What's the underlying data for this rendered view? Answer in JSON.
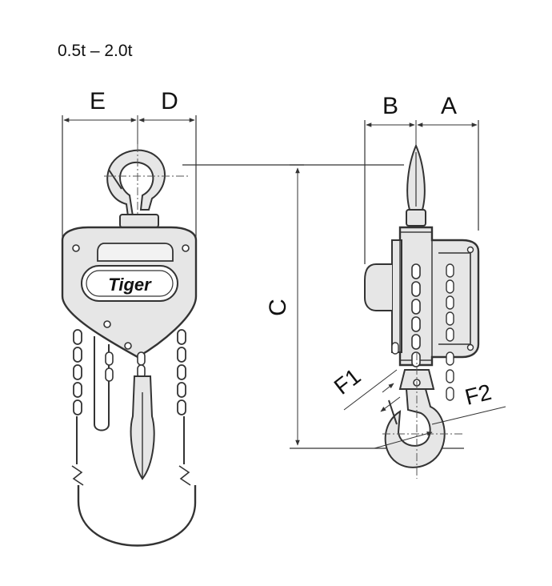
{
  "range_label": "0.5t – 2.0t",
  "dimensions": {
    "a": "A",
    "b": "B",
    "c": "C",
    "d": "D",
    "e": "E",
    "f1": "F1",
    "f2": "F2"
  },
  "brand": "Tiger",
  "colors": {
    "line": "#333333",
    "fill": "#e6e6e6",
    "text": "#111111"
  }
}
